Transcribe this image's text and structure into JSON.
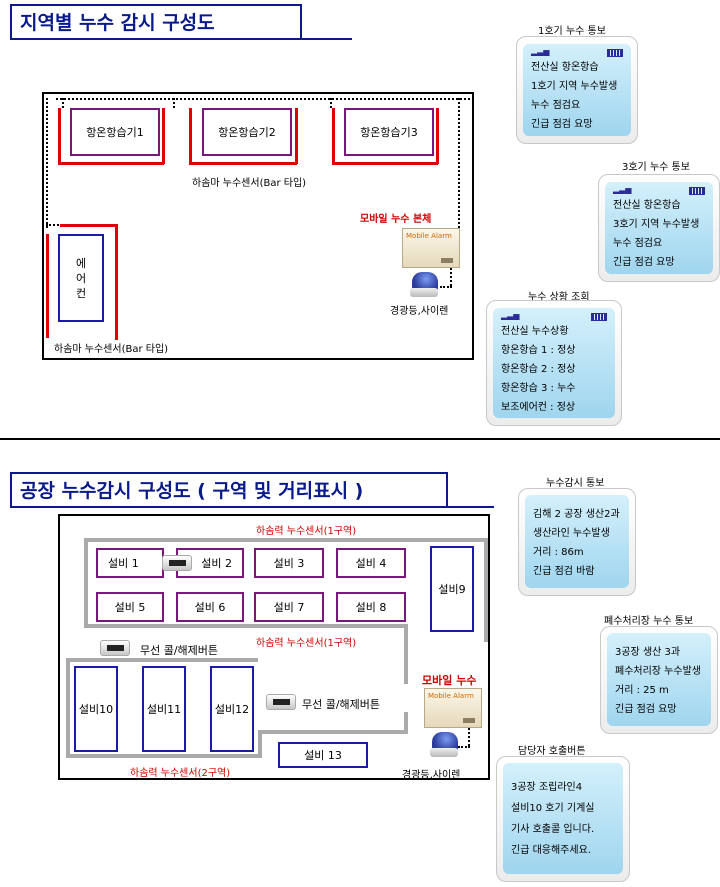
{
  "section1": {
    "title": "지역별 누수 감시 구성도",
    "machines": [
      "항온항습기1",
      "항온항습기2",
      "항온항습기3"
    ],
    "aircon": "에\n어\n컨",
    "sensor_label_top": "하솜마 누수센서(Bar 타입)",
    "sensor_label_bottom": "하솜마 누수센서(Bar 타입)",
    "mobile_main": "모바일 누수 본체",
    "device_brand": "Mobile Alarm",
    "siren": "경광등,사이렌"
  },
  "phones1": [
    {
      "title": "1호기 누수 통보",
      "lines": [
        "전산실 항온항습",
        "1호기 지역 누수발생",
        "누수 점검요",
        "긴급 점검 요망"
      ]
    },
    {
      "title": "3호기 누수 통보",
      "lines": [
        "전산실 항온항습",
        "3호기 지역 누수발생",
        "누수 점검요",
        "긴급 점검 요망"
      ]
    },
    {
      "title": "누수 상황 조회",
      "lines": [
        "전산실 누수상황",
        "항온항습 1 : 정상",
        "항온항습 2 : 정상",
        "항온항습 3 : 누수",
        "보조에어컨 : 정상"
      ]
    }
  ],
  "section2": {
    "title": "공장 누수감시 구성도 ( 구역 및 거리표시 )",
    "equipment_row1": [
      "설비 1",
      "설비 2",
      "설비 3",
      "설비 4"
    ],
    "equipment_row2": [
      "설비 5",
      "설비 6",
      "설비 7",
      "설비 8"
    ],
    "equipment_9": "설비9",
    "equipment_big": [
      "설비10",
      "설비11",
      "설비12"
    ],
    "equipment_13": "설비 13",
    "sensor_zone1_top": "하솜력 누수센서(1구역)",
    "sensor_zone1_mid": "하솜력 누수센서(1구역)",
    "sensor_zone2": "하솜력 누수센서(2구역)",
    "wireless_call_1": "무선 콜/해제버튼",
    "wireless_call_2": "무선 콜/해제버튼",
    "mobile_leak": "모바일 누수",
    "device_brand": "Mobile Alarm",
    "siren": "경광등,사이렌"
  },
  "phones2": [
    {
      "title": "누수감시 통보",
      "lines": [
        "김해 2 공장 생산2과",
        "생산라인 누수발생",
        "거리 : 86m",
        "긴급 점검 바람"
      ]
    },
    {
      "title": "폐수처리장 누수 통보",
      "lines": [
        "3공장 생산 3과",
        "폐수처리장 누수발생",
        "거리 : 25 m",
        "긴급 점검 요망"
      ]
    },
    {
      "title": "담당자 호출버튼",
      "lines": [
        "3공장 조립라인4",
        "설비10 호기 기계실",
        "기사 호출콜 입니다.",
        "긴급 대응해주세요."
      ]
    }
  ],
  "colors": {
    "title_blue": "#0a1a8c",
    "sensor_red": "#e00000",
    "purple": "#7a177a",
    "blue": "#1a1aa8",
    "screen": "#b8e4f5"
  }
}
